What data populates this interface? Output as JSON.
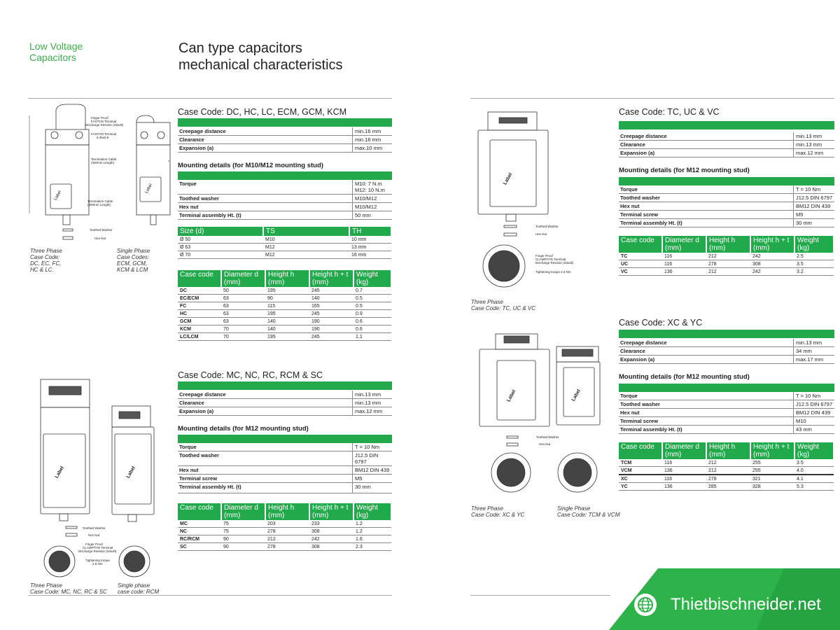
{
  "header": {
    "brand_line1": "Low Voltage",
    "brand_line2": "Capacitors",
    "title_line1": "Can type capacitors",
    "title_line2": "mechanical characteristics"
  },
  "dc": {
    "title": "Case Code: DC, HC, LC, ECM, GCM, KCM",
    "props": [
      [
        "Creepage distance",
        "min.16 mm"
      ],
      [
        "Clearance",
        "min.16 mm"
      ],
      [
        "Expansion (a)",
        "max.10 mm"
      ]
    ],
    "mount_title": "Mounting details (for M10/M12 mounting stud)",
    "torque_label": "Torque",
    "torque_v1": "M10: 7 N.m",
    "torque_v2": "M12: 10 N.m",
    "mount": [
      [
        "Toothed washer",
        "M10/M12"
      ],
      [
        "Hex nut",
        "M10/M12"
      ],
      [
        "Terminal assembly Ht. (t)",
        "50 mm"
      ]
    ],
    "size_head": [
      "Size (d)",
      "TS",
      "TH"
    ],
    "size_rows": [
      [
        "Ø 50",
        "M10",
        "10 mm"
      ],
      [
        "Ø 63",
        "M12",
        "13 mm"
      ],
      [
        "Ø 70",
        "M12",
        "16 mm"
      ]
    ],
    "data_head": [
      "Case code",
      "Diameter d (mm)",
      "Height h (mm)",
      "Height h + t (mm)",
      "Weight (kg)"
    ],
    "data_rows": [
      [
        "DC",
        "50",
        "195",
        "245",
        "0.7"
      ],
      [
        "EC/ECM",
        "63",
        "90",
        "140",
        "0.5"
      ],
      [
        "FC",
        "63",
        "115",
        "165",
        "0.5"
      ],
      [
        "HC",
        "63",
        "195",
        "245",
        "0.9"
      ],
      [
        "GCM",
        "63",
        "140",
        "190",
        "0.6"
      ],
      [
        "KCM",
        "70",
        "140",
        "190",
        "0.6"
      ],
      [
        "LC/LCM",
        "70",
        "195",
        "245",
        "1.1"
      ]
    ],
    "cap_left": [
      "Three Phase",
      "Case Code:",
      "DC, EC, FC,",
      "HC & LC."
    ],
    "cap_right": [
      "Single Phase",
      "Case Codes:",
      "ECM, GCM,",
      "KCM & LCM"
    ],
    "labels": {
      "finger": "Finger Proof",
      "faston": "FASTON Terminal",
      "discharge": "Discharge Resistor (Inbuilt)",
      "faston2": "FASTON Terminal",
      "faston_size": "6.35x0.8",
      "cable": "Termination Cable",
      "cable_len": "(300mm Length)",
      "cable2": "Termination Cable",
      "cable2_len": "(900mm Length)",
      "washer": "Toothed Washer",
      "nut": "Hex Nut",
      "label": "Label"
    }
  },
  "mc": {
    "title": "Case Code: MC, NC, RC, RCM & SC",
    "props": [
      [
        "Creepage distance",
        "min.13 mm"
      ],
      [
        "Clearance",
        "min.13 mm"
      ],
      [
        "Expansion (a)",
        "max.12 mm"
      ]
    ],
    "mount_title": "Mounting details (for M12 mounting stud)",
    "mount": [
      [
        "Torque",
        "T = 10 Nm"
      ],
      [
        "Toothed washer",
        "J12.5 DIN 6797"
      ],
      [
        "Hex nut",
        "BM12 DIN 439"
      ],
      [
        "Terminal screw",
        "M5"
      ],
      [
        "Terminal assembly Ht. (t)",
        "30 mm"
      ]
    ],
    "data_head": [
      "Case code",
      "Diameter d (mm)",
      "Height h (mm)",
      "Height h + t (mm)",
      "Weight (kg)"
    ],
    "data_rows": [
      [
        "MC",
        "75",
        "203",
        "233",
        "1.2"
      ],
      [
        "NC",
        "75",
        "278",
        "308",
        "1.2"
      ],
      [
        "RC/RCM",
        "90",
        "212",
        "242",
        "1.6"
      ],
      [
        "SC",
        "90",
        "278",
        "308",
        "2.3"
      ]
    ],
    "cap_left": [
      "Three Phase",
      "Case Code: MC, NC, RC & SC"
    ],
    "cap_right": [
      "Single phase",
      "case code: RCM"
    ],
    "labels": {
      "washer": "Toothed Washer",
      "nut": "Hex Nut",
      "finger": "Finger Proof",
      "clampt": "CLAMPTITE Terminal",
      "discharge": "Discharge Resistor (Inbuilt)",
      "torque": "Tightening torque",
      "torque_v": "2.5 Nm",
      "label": "Label"
    }
  },
  "tc": {
    "title": "Case Code: TC, UC & VC",
    "props": [
      [
        "Creepage distance",
        "min.13 mm"
      ],
      [
        "Clearance",
        "min.13 mm"
      ],
      [
        "Expansion (a)",
        "max.12 mm"
      ]
    ],
    "mount_title": "Mounting details (for M12 mounting stud)",
    "mount": [
      [
        "Torque",
        "T = 10 Nm"
      ],
      [
        "Toothed washer",
        "J12.5 DIN 6797"
      ],
      [
        "Hex nut",
        "BM12 DIN 439"
      ],
      [
        "Terminal screw",
        "M5"
      ],
      [
        "Terminal assembly Ht. (t)",
        "30 mm"
      ]
    ],
    "data_head": [
      "Case code",
      "Diameter d (mm)",
      "Height h (mm)",
      "Height h + t (mm)",
      "Weight (kg)"
    ],
    "data_rows": [
      [
        "TC",
        "116",
        "212",
        "242",
        "2.5"
      ],
      [
        "UC",
        "116",
        "278",
        "308",
        "3.5"
      ],
      [
        "VC",
        "136",
        "212",
        "242",
        "3.2"
      ]
    ],
    "cap": [
      "Three Phase",
      "Case Code: TC, UC & VC"
    ],
    "labels": {
      "washer": "Toothed Washer",
      "nut": "Hex Nut",
      "finger": "Finger Proof",
      "clampt": "CLAMPTITE Terminal",
      "discharge": "Discharge Resistor (Inbuilt)",
      "torque": "Tightening torque 2.5 Nm",
      "label": "Label"
    }
  },
  "xc": {
    "title": "Case Code: XC & YC",
    "props": [
      [
        "Creepage distance",
        "min.13 mm"
      ],
      [
        "Clearance",
        "34 mm"
      ],
      [
        "Expansion (a)",
        "max.17 mm"
      ]
    ],
    "mount_title": "Mounting details (for M12 mounting stud)",
    "mount": [
      [
        "Torque",
        "T = 10 Nm"
      ],
      [
        "Toothed washer",
        "J12.5 DIN 6797"
      ],
      [
        "Hex nut",
        "BM12 DIN 439"
      ],
      [
        "Terminal screw",
        "M10"
      ],
      [
        "Terminal assembly Ht. (t)",
        "43 mm"
      ]
    ],
    "data_head": [
      "Case code",
      "Diameter d (mm)",
      "Height h (mm)",
      "Height h + t (mm)",
      "Weight (kg)"
    ],
    "data_rows": [
      [
        "TCM",
        "116",
        "212",
        "255",
        "3.5"
      ],
      [
        "VCM",
        "136",
        "212",
        "255",
        "4.0"
      ],
      [
        "XC",
        "116",
        "278",
        "321",
        "4.1"
      ],
      [
        "YC",
        "136",
        "285",
        "328",
        "5.3"
      ]
    ],
    "cap_left": [
      "Three Phase",
      "Case Code: XC & YC"
    ],
    "cap_right": [
      "Single Phase",
      "Case Code: TCM & VCM"
    ],
    "labels": {
      "washer": "Toothed Washer",
      "nut": "Hex Nut",
      "label": "Label"
    }
  },
  "footer": {
    "site": "Thietbischneider.net"
  },
  "colors": {
    "accent": "#22a94b",
    "brand": "#3dae4a"
  },
  "icons": {
    "footer": "globe-icon"
  }
}
